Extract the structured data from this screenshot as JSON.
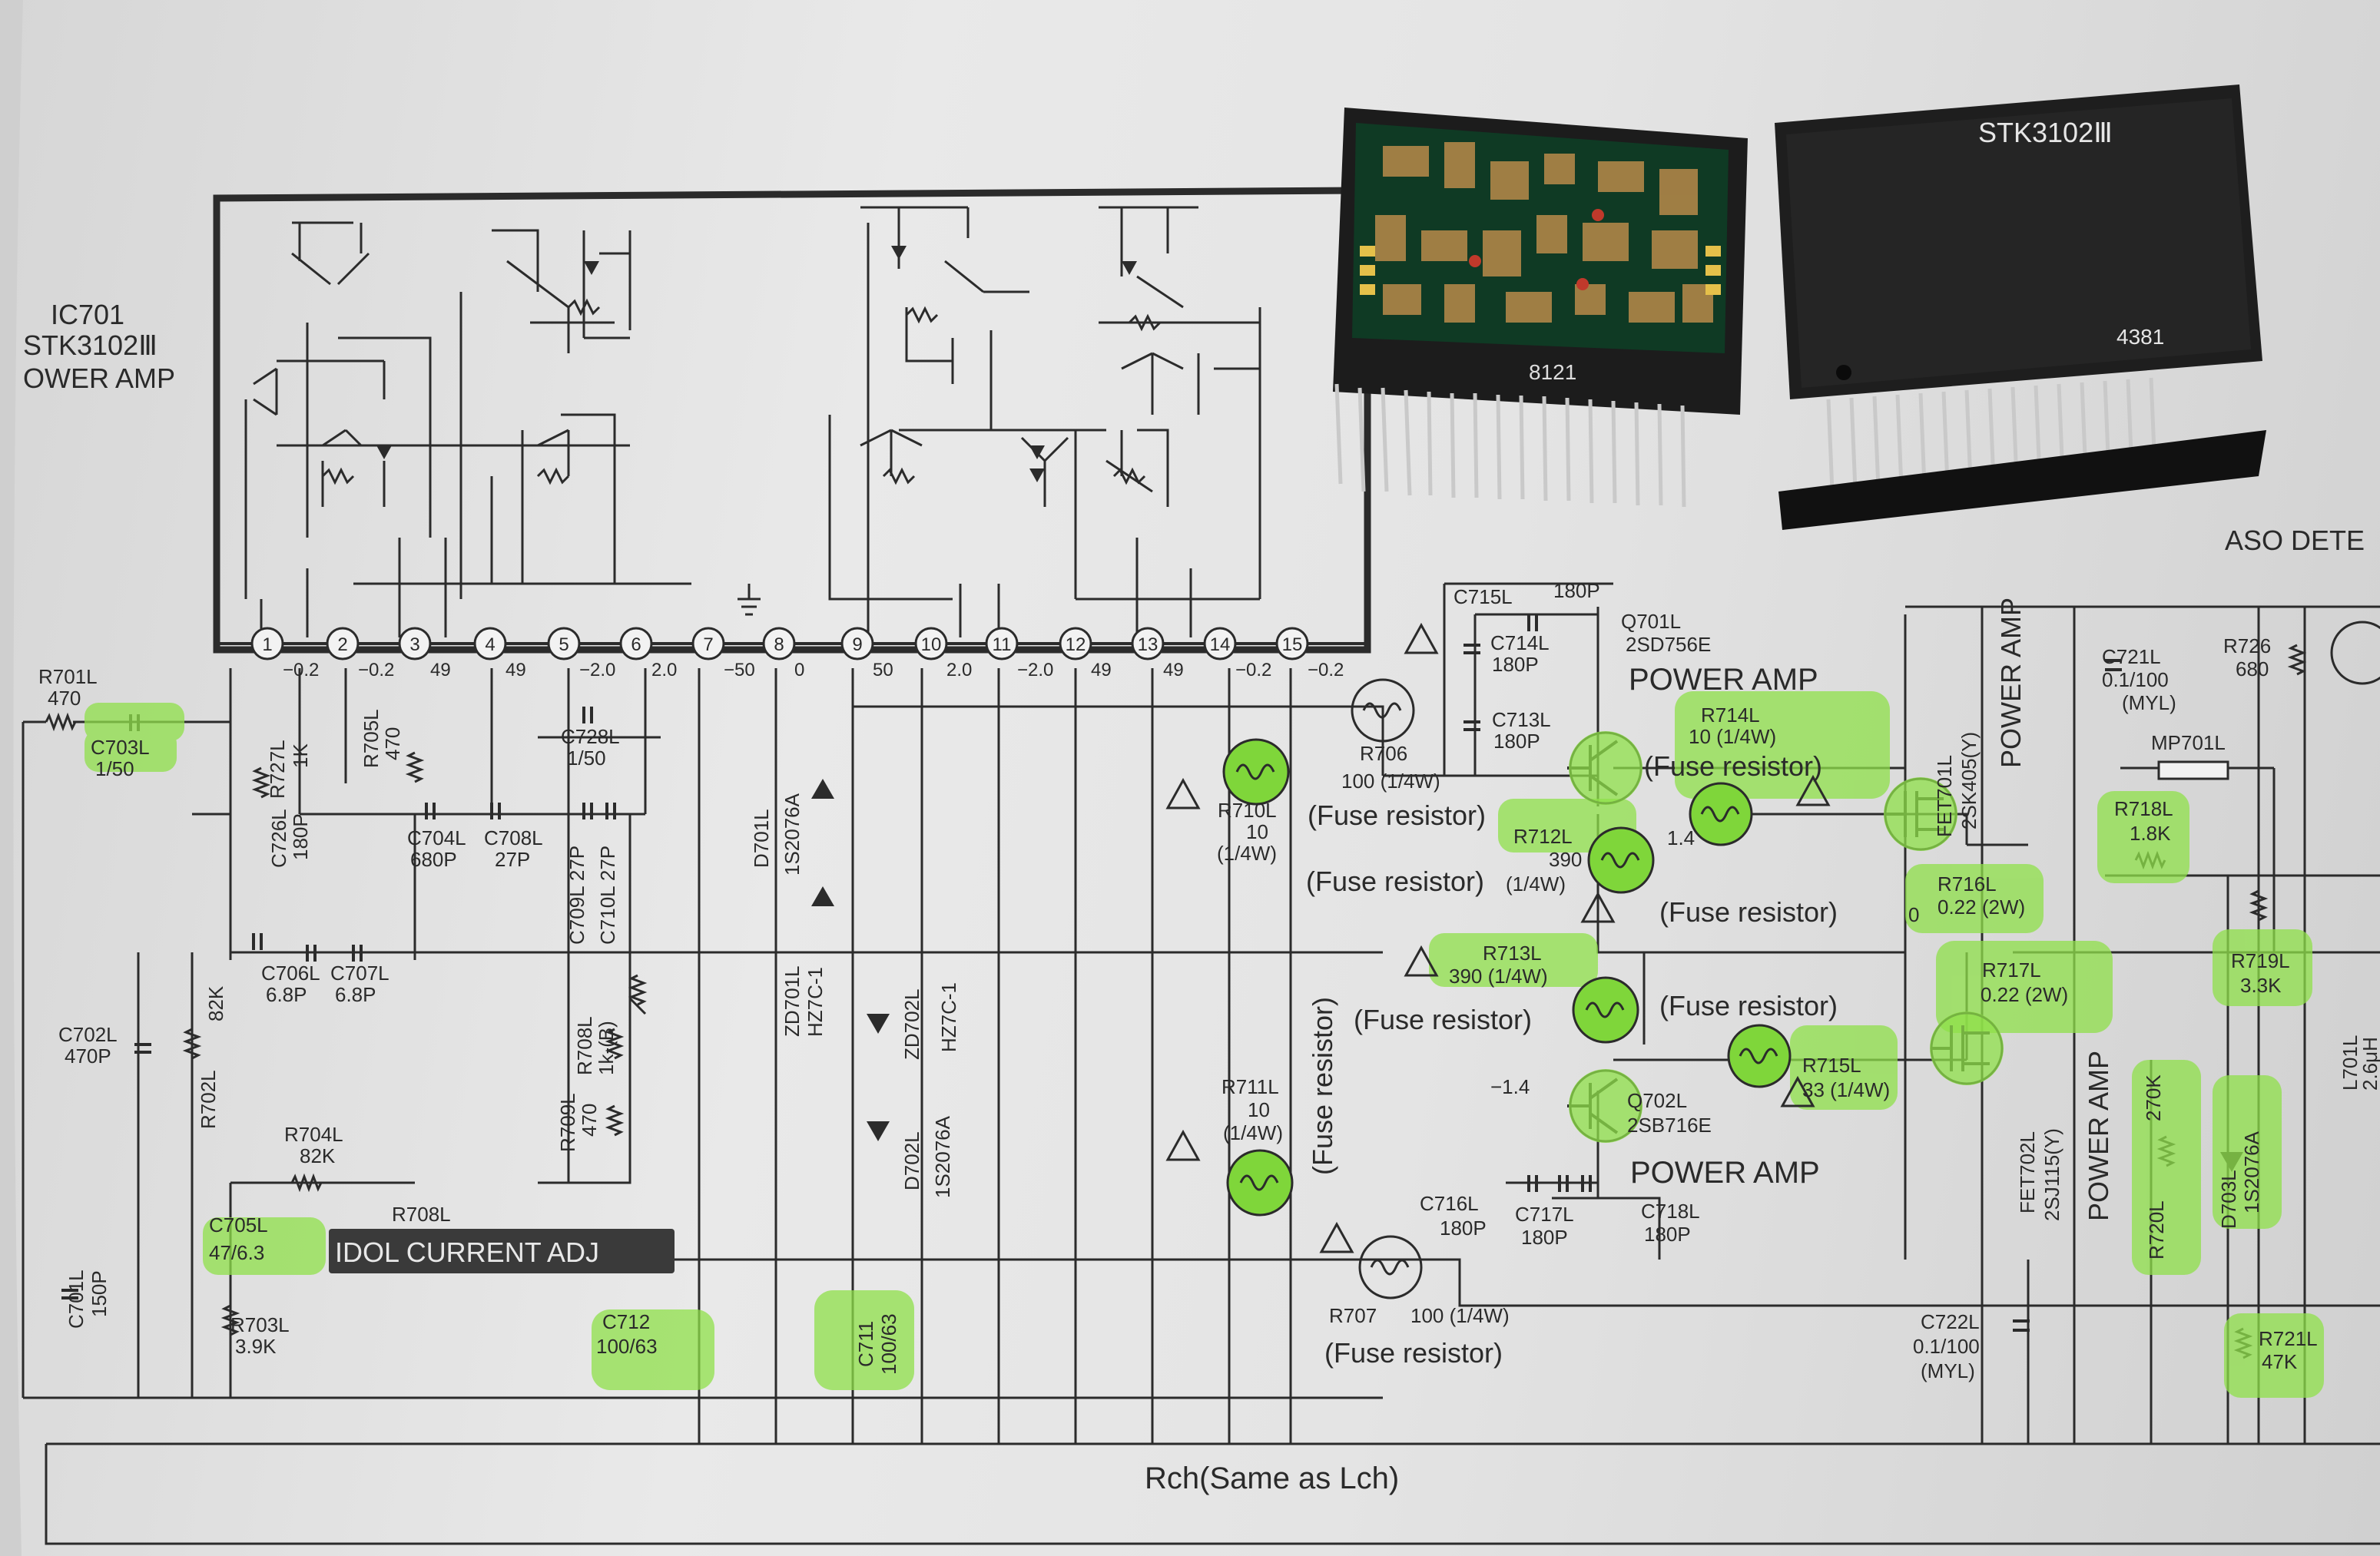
{
  "ic": {
    "ref": "IC701",
    "part": "STK3102Ⅲ",
    "func": "OWER AMP"
  },
  "pins": [
    {
      "n": "1",
      "v": "−0.2"
    },
    {
      "n": "2",
      "v": "−0.2"
    },
    {
      "n": "3",
      "v": "49"
    },
    {
      "n": "4",
      "v": "49"
    },
    {
      "n": "5",
      "v": "−2.0"
    },
    {
      "n": "6",
      "v": "2.0"
    },
    {
      "n": "7",
      "v": "−50"
    },
    {
      "n": "8",
      "v": "0"
    },
    {
      "n": "9",
      "v": "50"
    },
    {
      "n": "10",
      "v": "2.0"
    },
    {
      "n": "11",
      "v": "−2.0"
    },
    {
      "n": "12",
      "v": "49"
    },
    {
      "n": "13",
      "v": "49"
    },
    {
      "n": "14",
      "v": "−0.2"
    },
    {
      "n": "15",
      "v": "−0.2"
    }
  ],
  "modules": {
    "open_code": "8121",
    "closed_part": "STK3102Ⅲ",
    "closed_code": "4381"
  },
  "labels": {
    "r701": "R701L",
    "r701v": "470",
    "c703": "C703L",
    "c703v": "1/50",
    "r705": "R705L",
    "r705v": "470",
    "r727": "R727L",
    "r727v": "1K",
    "c726": "C726L",
    "c726v": "180P",
    "c728": "C728L",
    "c728v": "1/50",
    "c704": "C704L",
    "c704v": "680P",
    "c708": "C708L",
    "c708v": "27P",
    "c709": "C709L 27P",
    "c710": "C710L 27P",
    "c706": "C706L",
    "c706v": "6.8P",
    "c707": "C707L",
    "c707v": "6.8P",
    "c702": "C702L",
    "c702v": "470P",
    "r702": "R702L",
    "r702v": "82K",
    "r704": "R704L",
    "r704v": "82K",
    "r708a": "R708L",
    "r708b": "1k-(B)",
    "r709": "R709L",
    "r709v": "470",
    "r708top": "R708L",
    "c705": "C705L",
    "c705v": "47/6.3",
    "idol": "IDOL CURRENT ADJ",
    "r703": "R703L",
    "r703v": "3.9K",
    "c701": "C701L",
    "c701v": "150P",
    "c712": "C712",
    "c712v": "100/63",
    "c711": "C711",
    "c711v": "100/63",
    "d701": "D701L",
    "d701v": "1S2076A",
    "zd701": "ZD701L",
    "zd701v": "HZ7C-1",
    "zd702": "ZD702L",
    "zd702v": "HZ7C-1",
    "d702": "D702L",
    "d702v": "1S2076A",
    "c715": "C715L",
    "c715v": "180P",
    "c714": "C714L",
    "c714v": "180P",
    "c713": "C713L",
    "c713v": "180P",
    "q701": "Q701L",
    "q701v": "2SD756E",
    "pa1": "POWER AMP",
    "r714": "R714L",
    "r714v": "10 (1/4W)",
    "fuse1": "(Fuse resistor)",
    "r706": "R706",
    "r706v": "100 (1/4W)",
    "r710": "R710L",
    "r710v": "10",
    "r710w": "(1/4W)",
    "fuse2": "(Fuse resistor)",
    "r712": "R712L",
    "r712v": "390",
    "r712w": "(1/4W)",
    "fuse3": "(Fuse resistor)",
    "v14": "1.4",
    "fuse4": "(Fuse resistor)",
    "fet701": "FET701L",
    "fet701v": "2SK405(Y)",
    "pa2": "POWER AMP",
    "r716": "R716L",
    "r716v": "0.22 (2W)",
    "r713": "R713L",
    "r713v": "390 (1/4W)",
    "fuse5": "(Fuse resistor)",
    "fuse6": "(Fuse resistor)",
    "r717": "R717L",
    "r717v": "0.22 (2W)",
    "r711": "R711L",
    "r711v": "10",
    "r711w": "(1/4W)",
    "fuse7": "(Fuse resistor)",
    "r715": "R715L",
    "r715v": "33 (1/4W)",
    "vm14": "−1.4",
    "q702": "Q702L",
    "q702v": "2SB716E",
    "pa3": "POWER AMP",
    "c716": "C716L",
    "c716v": "180P",
    "c717": "C717L",
    "c717v": "180P",
    "c718": "C718L",
    "c718v": "180P",
    "fet702": "FET702L",
    "fet702v": "2SJ115(Y)",
    "pa4": "POWER AMP",
    "r707": "R707",
    "r707v": "100 (1/4W)",
    "fuse8": "(Fuse resistor)",
    "c722": "C722L",
    "c722v": "0.1/100",
    "c722m": "(MYL)",
    "c721": "C721L",
    "c721v": "0.1/100",
    "c721m": "(MYL)",
    "r726": "R726",
    "r726v": "680",
    "mp701": "MP701L",
    "r718": "R718L",
    "r718v": "1.8K",
    "r719": "R719L",
    "r719v": "3.3K",
    "r720": "R720L",
    "r720v": "270K",
    "d703": "D703L",
    "d703v": "1S2076A",
    "r721": "R721L",
    "r721v": "47K",
    "l701": "L701L",
    "l701v": "2.6μH",
    "aso": "ASO DETE",
    "rch": "Rch(Same as Lch)",
    "zero": "0"
  }
}
